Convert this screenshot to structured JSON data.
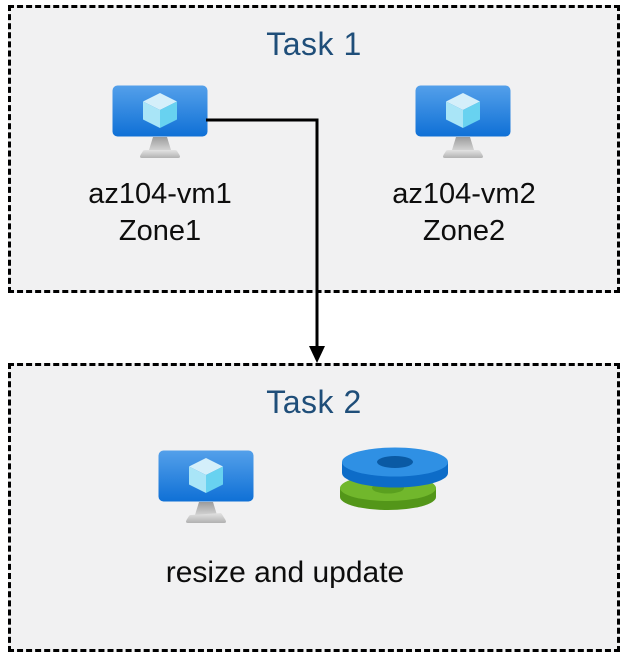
{
  "task1": {
    "title": "Task 1",
    "vms": [
      {
        "name": "az104-vm1",
        "zone": "Zone1"
      },
      {
        "name": "az104-vm2",
        "zone": "Zone2"
      }
    ]
  },
  "task2": {
    "title": "Task 2",
    "caption": "resize and update"
  },
  "icons": {
    "vm": "azure-virtual-machine-icon",
    "disks": "azure-disks-stack-icon",
    "arrow": "elbow-arrow-down"
  },
  "colors": {
    "title-color": "#1f4e79",
    "box-bg": "#f1f1f2",
    "border-color": "#000000",
    "monitor-top": "#54a0ea",
    "monitor-bottom": "#0f70d6",
    "cube-top": "#d4effa",
    "cube-left": "#a9e5f7",
    "cube-right": "#68d2f0",
    "disk-blue-face": "#2f90e4",
    "disk-blue-rim": "#0d6cc8",
    "disk-blue-hole": "#0a5aa4",
    "disk-green-face": "#71b72c",
    "disk-green-rim": "#539619",
    "disk-green-hole": "#5aa01f",
    "arrow-color": "#000000"
  }
}
